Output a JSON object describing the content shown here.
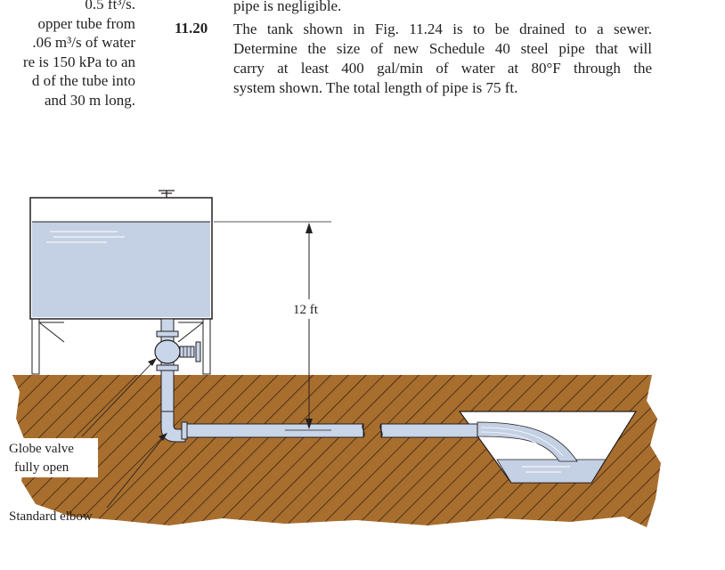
{
  "left_column": {
    "lines": [
      "0.5 ft³/s.",
      "opper tube from",
      ".06 m³/s of water",
      "re is 150 kPa to an",
      "d of the tube into",
      "and 30 m long."
    ]
  },
  "previous_problem_tail": "pipe is negligible.",
  "problem": {
    "number": "11.20",
    "lines": [
      "The tank shown in Fig. 11.24 is to be drained to a sewer.",
      "Determine the size of new Schedule 40 steel pipe that will",
      "carry at least 400 gal/min of water at 80°F through the",
      "system shown. The total length of pipe is 75 ft."
    ]
  },
  "figure": {
    "height_label": "12 ft",
    "valve_label_line1": "Globe valve",
    "valve_label_line2": "fully open",
    "elbow_label": "Standard elbow",
    "colors": {
      "water": "#c4d0e3",
      "pipe": "#c9d5e8",
      "ground": "#a86e2e",
      "ground_hatch": "#3a2410",
      "outline": "#231f20"
    }
  }
}
